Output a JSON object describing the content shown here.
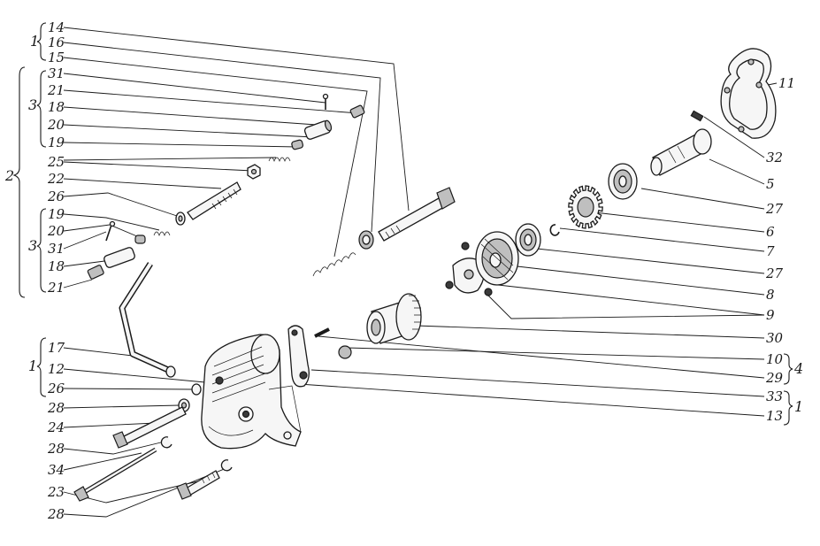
{
  "callouts_left": {
    "c14": "14",
    "c16": "16",
    "c15": "15",
    "c31a": "31",
    "c21a": "21",
    "c18a": "18",
    "c20a": "20",
    "c19a": "19",
    "c25": "25",
    "c22": "22",
    "c26a": "26",
    "c19b": "19",
    "c20b": "20",
    "c31b": "31",
    "c18b": "18",
    "c21b": "21",
    "c17": "17",
    "c12": "12",
    "c26b": "26",
    "c28a": "28",
    "c24": "24",
    "c28b": "28",
    "c34": "34",
    "c23": "23",
    "c28c": "28"
  },
  "callouts_right": {
    "c11": "11",
    "c32": "32",
    "c5": "5",
    "c27a": "27",
    "c6": "6",
    "c7": "7",
    "c27b": "27",
    "c8": "8",
    "c9": "9",
    "c30": "30",
    "c10": "10",
    "c29": "29",
    "c33": "33",
    "c13": "13"
  },
  "groups": {
    "g1_top": "1",
    "g2": "2",
    "g3_top": "3",
    "g3_mid": "3",
    "g1_bottom_left": "1",
    "g4": "4",
    "g1_right": "1"
  },
  "icons": {
    "housing": "oil-pump-housing-icon",
    "gear": "gear-icon",
    "spring": "spring-icon",
    "bolt": "bolt-icon",
    "gasket": "gasket-icon"
  }
}
